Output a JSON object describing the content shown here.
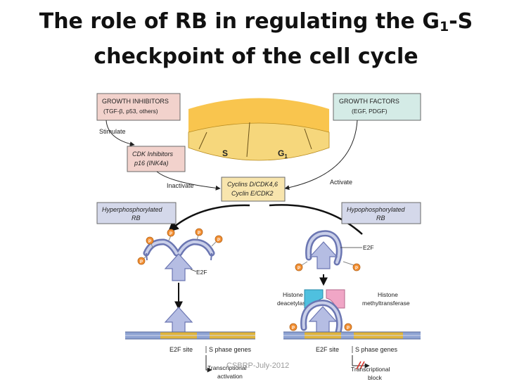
{
  "slide": {
    "title_line1_part1": "The role of RB in regulating the G",
    "title_line1_sub": "1",
    "title_line1_part2": "-S",
    "title_line2": "checkpoint of the cell cycle",
    "footer": "CSBRP-July-2012"
  },
  "diagram": {
    "growth_inhibitors": {
      "title": "GROWTH INHIBITORS",
      "subtitle": "(TGF-β, p53, others)"
    },
    "growth_factors": {
      "title": "GROWTH FACTORS",
      "subtitle": "(EGF, PDGF)"
    },
    "cycle": {
      "s_label": "S",
      "g_label": "G",
      "g_sub": "1"
    },
    "stimulate_label": "Stimulate",
    "cdk_inhibitors": {
      "line1": "CDK Inhibitors",
      "line2": "p16 (INK4a)"
    },
    "inactivate_label": "Inactivate",
    "activate_label": "Activate",
    "cyclins": {
      "line1": "Cyclins D/CDK4,6",
      "line2": "Cyclin E/CDK2"
    },
    "hyper": {
      "line1": "Hyperphosphorylated",
      "line2": "RB"
    },
    "hypo": {
      "line1": "Hypophosphorylated",
      "line2": "RB"
    },
    "phosphate_label": "P",
    "e2f_left": "E2F",
    "e2f_right": "E2F",
    "histone_deacetylase": {
      "line1": "Histone",
      "line2": "deacetylase"
    },
    "histone_methyltransferase": {
      "line1": "Histone",
      "line2": "methyltransferase"
    },
    "left_dna": {
      "site": "E2F site",
      "genes": "S phase genes"
    },
    "right_dna": {
      "site": "E2F site",
      "genes": "S phase genes"
    },
    "transcriptional_activation": {
      "line1": "Transcriptional",
      "line2": "activation"
    },
    "transcriptional_block": {
      "line1": "Transcriptional",
      "line2": "block"
    }
  }
}
